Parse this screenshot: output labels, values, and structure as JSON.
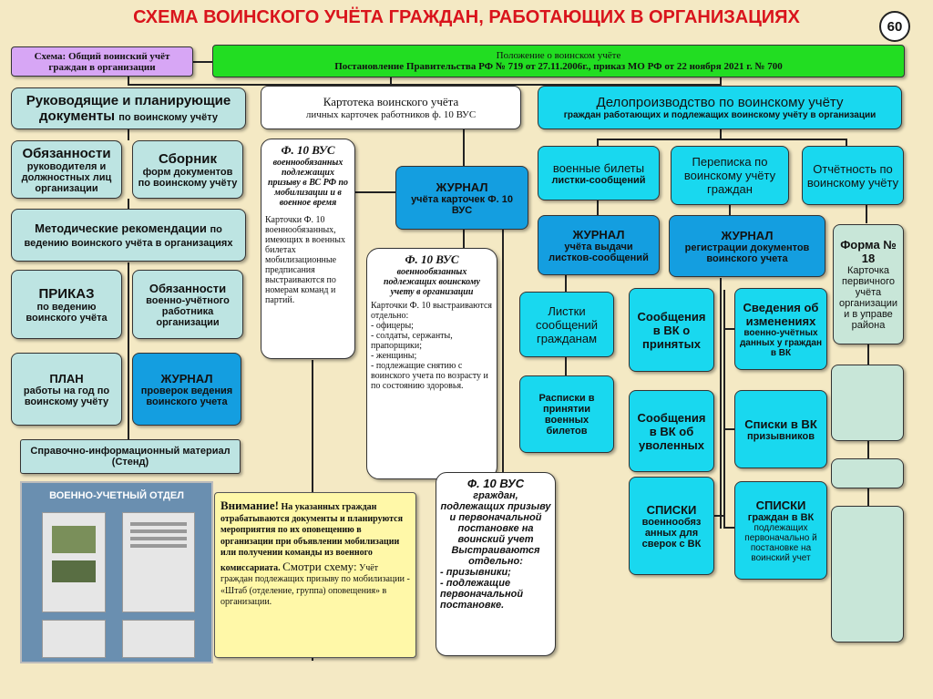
{
  "title": "СХЕМА ВОИНСКОГО УЧЁТА ГРАЖДАН, РАБОТАЮЩИХ В ОРГАНИЗАЦИЯХ",
  "page_number": "60",
  "scheme_label": "Схема: Общий воинский учёт граждан в организации",
  "regulation": {
    "line1": "Положение о воинском учёте",
    "line2": "Постановление Правительства РФ № 719 от 27.11.2006г., приказ МО РФ от 22 ноября 2021 г. № 700"
  },
  "col_left": {
    "header_main": "Руководящие и планирующие документы",
    "header_tail": "по воинскому учёту",
    "duties_heads": "Обязанности",
    "duties_heads_sub": "руководителя и должностных лиц организации",
    "forms_main": "Сборник",
    "forms_sub": "форм документов по воинскому учёту",
    "method_main": "Методические рекомендации",
    "method_tail": "по ведению воинского учёта в организациях",
    "order_main": "ПРИКАЗ",
    "order_sub": "по ведению воинского учёта",
    "duties_worker": "Обязанности",
    "duties_worker_sub": "военно-учётного работника организации",
    "plan_main": "ПЛАН",
    "plan_sub": "работы на год по воинскому учёту",
    "journal_main": "ЖУРНАЛ",
    "journal_sub": "проверок ведения воинского учета",
    "stand": "Справочно-информационный материал (Стенд)",
    "photo_caption": "ВОЕННО-УЧЕТНЫЙ ОТДЕЛ"
  },
  "attention": {
    "head": "Внимание!",
    "body": "На указанных граждан отрабатываются документы и планируются мероприятия по их оповещению в организации при объявлении мобилизации или получении команды из военного комиссариата.",
    "see": "Смотри схему:",
    "tail": "Учёт граждан подлежащих призыву по мобилизации - «Штаб (отделение, группа) оповещения» в организации."
  },
  "col_mid": {
    "header_main": "Картотека воинского учёта",
    "header_sub": "личных карточек работников ф. 10 ВУС",
    "card1_title": "Ф. 10 ВУС",
    "card1_sub": "военнообязанных подлежащих призыву в ВС РФ по мобилизации и в военное время",
    "card1_body": "Карточки Ф. 10 военнообязанных, имеющих в военных билетах мобилизационные предписания выстраиваются по номерам команд и партий.",
    "journal_main": "ЖУРНАЛ",
    "journal_sub": "учёта карточек Ф. 10 ВУС",
    "card2_title": "Ф. 10 ВУС",
    "card2_sub": "военнообязанных подлежащих воинскому учету в организации",
    "card2_body": "Карточки Ф. 10 выстраиваются отдельно:",
    "card2_items": [
      "- офицеры;",
      "- солдаты, сержанты, прапорщики;",
      "- женщины;",
      "- подлежащие снятию с воинского учета по возрасту и по состоянию здоровья."
    ],
    "card3_title": "Ф. 10 ВУС",
    "card3_body": "граждан, подлежащих призыву и первоначальной постановке на воинский учет Выстраиваются отдельно:",
    "card3_items": [
      "- призывники;",
      "- подлежащие первоначальной постановке."
    ]
  },
  "col_right": {
    "header_main": "Делопроизводство по воинскому учёту",
    "header_sub": "граждан работающих и подлежащих воинскому учёту в организации",
    "tickets_main": "военные билеты",
    "tickets_sub": "листки-сообщений",
    "corr": "Переписка по воинскому учёту граждан",
    "report": "Отчётность по воинскому учёту",
    "j1_main": "ЖУРНАЛ",
    "j1_sub": "учёта выдачи листков-сообщений",
    "j2_main": "ЖУРНАЛ",
    "j2_sub": "регистрации документов воинского учета",
    "form18_main": "Форма № 18",
    "form18_sub": "Карточка первичного учёта организации и в управе района",
    "leaflets": "Листки сообщений гражданам",
    "receipts": "Расписки в принятии военных билетов",
    "msg_accepted": "Сообщения в ВК о принятых",
    "changes_main": "Сведения об изменениях",
    "changes_sub": "военно-учётных данных у граждан в ВК",
    "msg_fired": "Сообщения в ВК об уволенных",
    "lists_conscripts_main": "Списки в ВК",
    "lists_conscripts_sub": "призывников",
    "lists_check_main": "СПИСКИ",
    "lists_check_sub": "военнообяз анных для сверок с ВК",
    "lists_initial_main": "СПИСКИ",
    "lists_initial_b": "граждан в ВК",
    "lists_initial_sub": "подлежащих первоначально й постановке на воинский учет"
  }
}
